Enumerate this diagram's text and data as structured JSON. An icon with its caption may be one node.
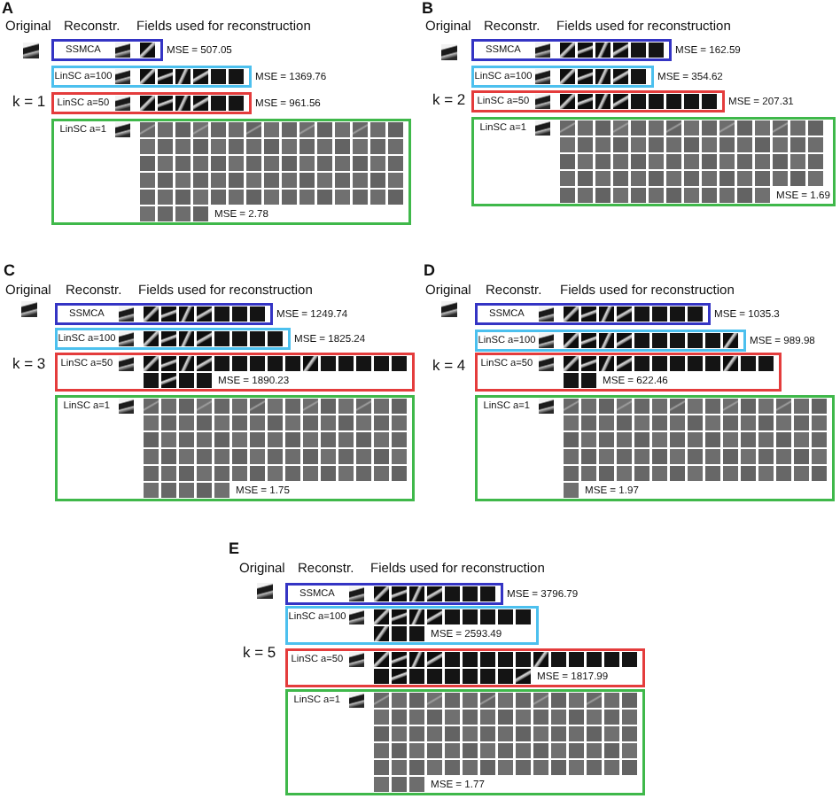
{
  "diagram": {
    "nodes": [
      {
        "text": [
          "SSMCA"
        ],
        "beside": [
          "MSE = 507.05"
        ]
      },
      {
        "text": [
          "LinSC a=100"
        ],
        "beside": [
          "MSE = 1369.76"
        ]
      },
      {
        "text": [
          "LinSC a=50"
        ],
        "beside": [
          "MSE = 961.56"
        ]
      },
      {
        "text": [
          "LinSC a=1",
          "MSE = 2.78"
        ]
      },
      {
        "text": [
          "SSMCA"
        ],
        "beside": [
          "MSE = 162.59"
        ]
      },
      {
        "text": [
          "LinSC a=100"
        ],
        "beside": [
          "MSE = 354.62"
        ]
      },
      {
        "text": [
          "LinSC a=50"
        ],
        "beside": [
          "MSE = 207.31"
        ]
      },
      {
        "text": [
          "LinSC a=1",
          "MSE = 1.69"
        ]
      },
      {
        "text": [
          "SSMCA"
        ],
        "beside": [
          "MSE = 1249.74"
        ]
      },
      {
        "text": [
          "LinSC a=100"
        ],
        "beside": [
          "MSE = 1825.24"
        ]
      },
      {
        "text": [
          "LinSC a=50",
          "MSE = 1890.23"
        ]
      },
      {
        "text": [
          "LinSC a=1",
          "MSE = 1.75"
        ]
      },
      {
        "text": [
          "SSMCA"
        ],
        "beside": [
          "MSE = 1035.3"
        ]
      },
      {
        "text": [
          "LinSC a=100"
        ],
        "beside": [
          "MSE = 989.98"
        ]
      },
      {
        "text": [
          "LinSC a=50",
          "MSE = 622.46"
        ]
      },
      {
        "text": [
          "LinSC a=1",
          "MSE = 1.97"
        ]
      },
      {
        "text": [
          "SSMCA"
        ],
        "beside": [
          "MSE = 3796.79"
        ]
      },
      {
        "text": [
          "LinSC a=100",
          "MSE = 2593.49"
        ]
      },
      {
        "text": [
          "LinSC a=50",
          "MSE = 1817.99"
        ]
      },
      {
        "text": [
          "LinSC a=1",
          "MSE = 1.77"
        ]
      }
    ],
    "labels": [
      "A",
      "Original",
      "Reconstr.",
      "Fields used for reconstruction",
      "k = 1",
      "B",
      "Original",
      "Reconstr.",
      "Fields used for reconstruction",
      "k = 2",
      "C",
      "Original",
      "Reconstr.",
      "Fields used for reconstruction",
      "k = 3",
      "D",
      "Original",
      "Reconstr.",
      "Fields used for reconstruction",
      "k = 4",
      "E",
      "Original",
      "Reconstr.",
      "Fields used for reconstruction",
      "k = 5"
    ]
  }
}
